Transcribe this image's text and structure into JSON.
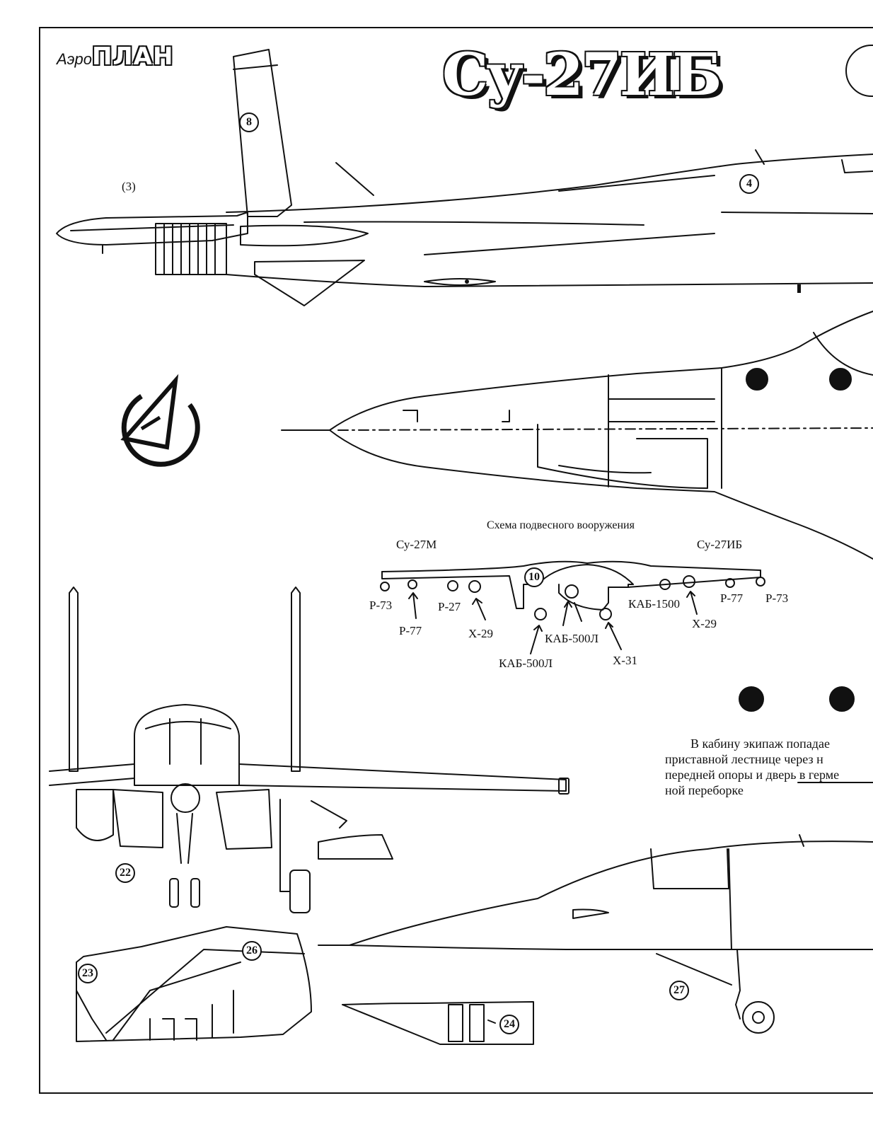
{
  "header": {
    "publisher_prefix": "Аэро",
    "publisher_name": "ПЛАН",
    "title": "Су-27ИБ"
  },
  "callouts": {
    "c3": "(3)",
    "c4": "4",
    "c8": "8",
    "c10": "10",
    "c22": "22",
    "c23": "23",
    "c24": "24",
    "c26": "26",
    "c27": "27"
  },
  "weapons_scheme": {
    "title": "Схема подвесного вооружения",
    "left_variant": "Су-27М",
    "right_variant": "Су-27ИБ",
    "labels": {
      "r73_left": "Р-73",
      "r77_left": "Р-77",
      "r27": "Р-27",
      "x29_left": "Х-29",
      "kab500l_low": "КАБ-500Л",
      "kab500l_high": "КАБ-500Л",
      "x31": "Х-31",
      "kab1500": "КАБ-1500",
      "x29_right": "Х-29",
      "r77_right": "Р-77",
      "r73_right": "Р-73"
    }
  },
  "caption": {
    "line1": "В кабину экипаж попадае",
    "line2": "приставной лестнице через н",
    "line3": "передней опоры и дверь в герме",
    "line4": "ной переборке"
  },
  "colors": {
    "ink": "#111111",
    "paper": "#ffffff"
  }
}
